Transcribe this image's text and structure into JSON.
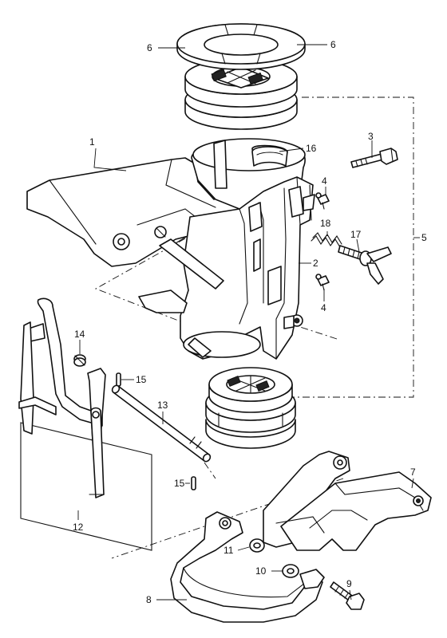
{
  "callouts": [
    {
      "id": "6a",
      "label": "6"
    },
    {
      "id": "6b",
      "label": "6"
    },
    {
      "id": "1",
      "label": "1"
    },
    {
      "id": "16",
      "label": "16"
    },
    {
      "id": "3",
      "label": "3"
    },
    {
      "id": "4a",
      "label": "4"
    },
    {
      "id": "18",
      "label": "18"
    },
    {
      "id": "17",
      "label": "17"
    },
    {
      "id": "5",
      "label": "5"
    },
    {
      "id": "2",
      "label": "2"
    },
    {
      "id": "4b",
      "label": "4"
    },
    {
      "id": "14",
      "label": "14"
    },
    {
      "id": "15a",
      "label": "15"
    },
    {
      "id": "13",
      "label": "13"
    },
    {
      "id": "15b",
      "label": "15"
    },
    {
      "id": "7",
      "label": "7"
    },
    {
      "id": "12",
      "label": "12"
    },
    {
      "id": "11",
      "label": "11"
    },
    {
      "id": "10",
      "label": "10"
    },
    {
      "id": "9",
      "label": "9"
    },
    {
      "id": "8",
      "label": "8"
    }
  ]
}
